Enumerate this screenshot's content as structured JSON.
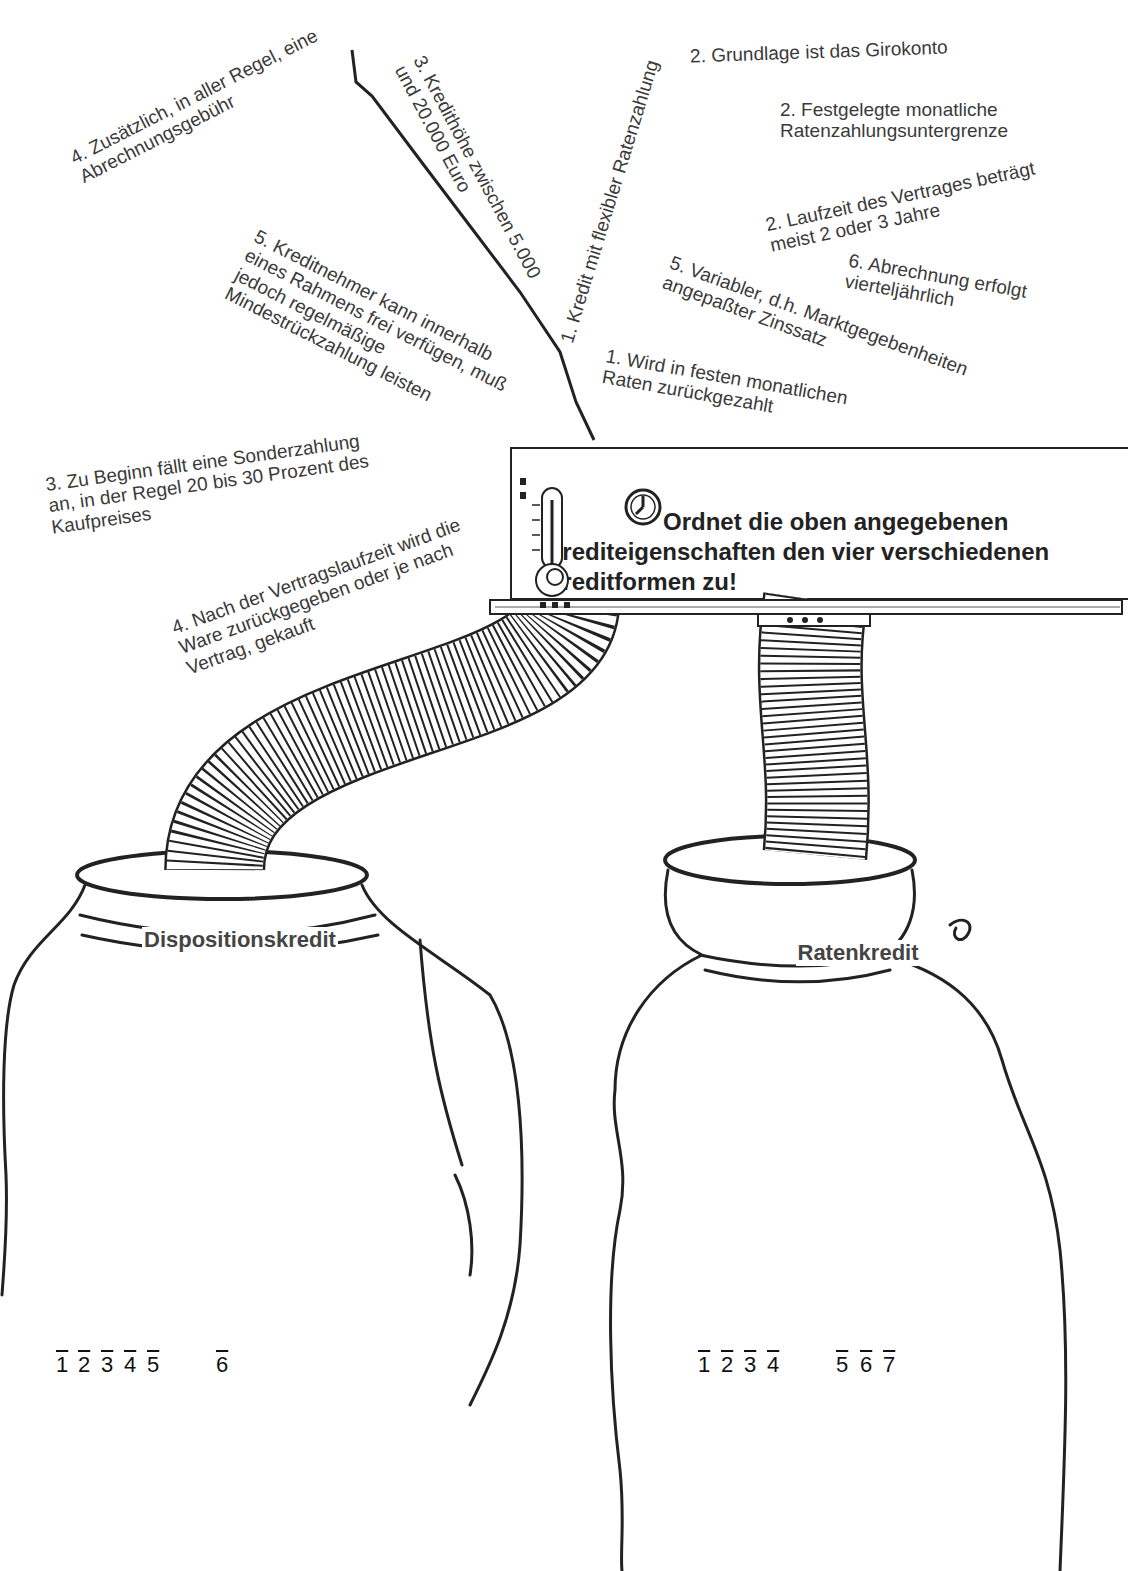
{
  "diagram": {
    "nodes": [
      {
        "text": [
          "Ordnet die oben angegebenen Krediteigenschaften den vier verschiedenen Kreditformen zu!"
        ]
      },
      {
        "text": [
          "Dispositionskredit"
        ]
      },
      {
        "text": [
          "Ratenkredit"
        ]
      }
    ],
    "edges": [
      {
        "from": 0,
        "to": 1,
        "arrow": "none"
      },
      {
        "from": 0,
        "to": 2,
        "arrow": "none"
      }
    ],
    "labels": [
      "4. Zusätzlich, in aller Regel, eine Abrechnungsgebühr",
      "3. Kredithöhe zwischen 5.000 und 20.000 Euro",
      "1. Kredit mit flexibler Ratenzahlung",
      "2. Grundlage ist das Girokonto",
      "2. Festgelegte monatliche Ratenzahlungsuntergrenze",
      "2. Laufzeit des Vertrages beträgt meist 2 oder 3 Jahre",
      "6. Abrechnung erfolgt vierteljährlich",
      "5. Variabler, d.h. Marktgegebenheiten angepaßter Zinssatz",
      "1. Wird in festen monatlichen Raten zurückgezahlt",
      "5. Kreditnehmer kann innerhalb eines Rahmens frei verfügen, muß jedoch regelmäßige Mindestrückzahlung leisten",
      "3. Zu Beginn fällt eine Sonderzahlung an, in der Regel 20 bis 30 Prozent des Kaufpreises",
      "4. Nach der Vertragslaufzeit wird die Ware zurückgegeben oder je nach Vertrag, gekauft",
      "1",
      "2",
      "3",
      "4",
      "5",
      "6",
      "1",
      "2",
      "3",
      "4",
      "5",
      "6",
      "7"
    ]
  }
}
